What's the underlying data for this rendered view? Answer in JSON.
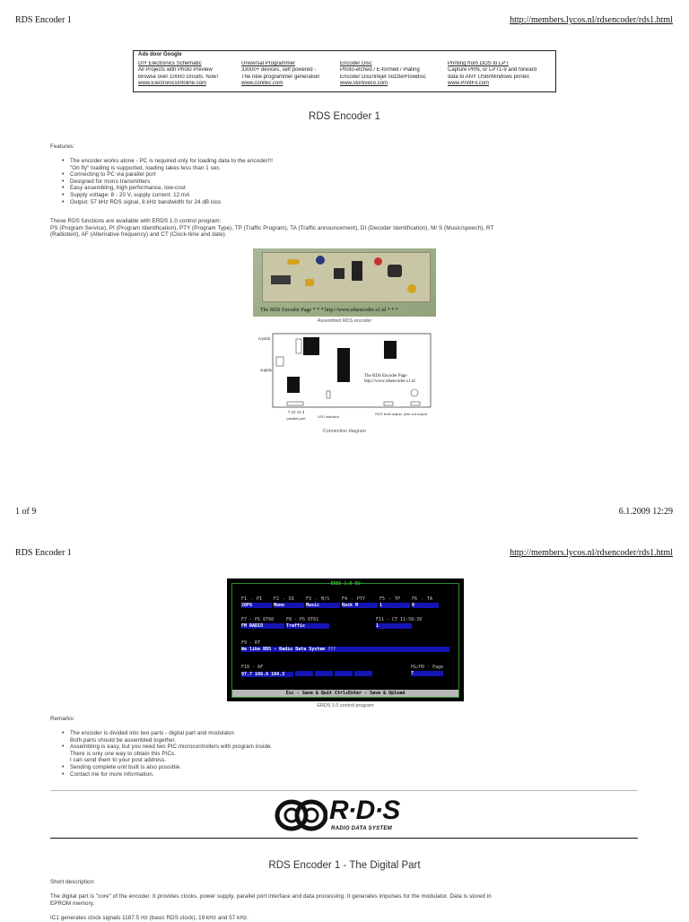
{
  "page1": {
    "header_title": "RDS Encoder 1",
    "header_url": "http://members.lycos.nl/rdsencoder/rds1.html",
    "ads": {
      "title": "Ads door Google",
      "items": [
        {
          "head": "DIY Electronics Schematic",
          "l1": "All Projects with Photo Preview",
          "l2": "Browse over 10000 circuits. Now!",
          "url": "www.ElectronicsInfoline.com"
        },
        {
          "head": "Universal Programmer",
          "l1": "33000+ devices, self powered -",
          "l2": "The new programmer generation",
          "url": "www.conitec.com"
        },
        {
          "head": "Encoder Disc",
          "l1": "Photo-etched / E-formed / Plating",
          "l2": "Encoder Disc/Inkjet nozzle/Flowdisc",
          "url": "www.storkveco.com"
        },
        {
          "head": "Printing from DOS to LPT",
          "l1": "Capture PRN, or LPT1-9 and forward",
          "l2": "data to ANY USB/Windows printer.",
          "url": "www.PrintFil.com"
        }
      ]
    },
    "title": "RDS Encoder 1",
    "features_label": "Features:",
    "features": [
      {
        "t": "The encoder works alone - PC is required only for loading data to the encoder!!!",
        "b": true
      },
      {
        "t": "\"On fly\" loading is supported, loading takes less than 1 sec.",
        "b": false
      },
      {
        "t": "Connecting to PC via parallel port",
        "b": true
      },
      {
        "t": "Designed for mono transmitters",
        "b": true
      },
      {
        "t": "Easy assembling, high performance, low-cost",
        "b": true
      },
      {
        "t": "Supply voltage: 8 - 20 V, supply current: 12 mA",
        "b": true
      },
      {
        "t": "Output: 57 kHz RDS signal, 8 kHz bandwidth for 24 dB loss",
        "b": true
      }
    ],
    "functions_intro": "These RDS functions are available with ERDS 1.0 control program:",
    "functions_line1": "PS (Program Service), PI (Program Identification), PTY (Program Type), TP (Traffic Program), TA (Traffic announcement), DI (Decoder Identification), M/ S (Music/speech), RT",
    "functions_line2": "(Radiotext), AF (Alternative frequency) and CT (Clock-time and date).",
    "photo_watermark": "The RDS Encoder Page * * * http://www.rdsencoder.x1.nl * * *",
    "photo_caption": "Assembled RDS encoder",
    "diagram": {
      "crystal": "crystal",
      "supply": "supply",
      "page_label_1": "The RDS Encoder Page",
      "page_label_2": "http://www.rdsencoder.x1.nl",
      "parallel_pins": "7 10 11 3",
      "parallel_port": "parallel port",
      "led": "LED indicator",
      "rdsm": "RDS level adjust",
      "output": "pilot out output"
    },
    "diagram_caption": "Connection diagram",
    "footer_left": "1 of 9",
    "footer_right": "6.1.2009 12:29"
  },
  "page2": {
    "header_title": "RDS Encoder 1",
    "header_url": "http://members.lycos.nl/rdsencoder/rds1.html",
    "screen": {
      "title": "ERDS 1.0 EU",
      "row1_labels": [
        "F1 - PI",
        "F2 - DI",
        "F3 - M/S",
        "F4 - PTY",
        "F5 - TP",
        "F6 - TA"
      ],
      "row1_values": [
        "20F6",
        "Mono",
        "Music",
        "Rock M",
        "1",
        "0"
      ],
      "row2_labels": [
        "F7 - PS 6T60",
        "F8 - PS 6T61",
        "F11 - CT  11:58:39"
      ],
      "row2_values": [
        "FM RADIO",
        "Traffic",
        "1"
      ],
      "rt_label": "F9 - RT",
      "rt_value": "We like RDS - Radio Data System !!!",
      "af_label": "F10 - AF",
      "af_value": "97.7 106.6 104.3",
      "page_label": "PG/PD - Page",
      "page_value": "7",
      "status_bar": "Esc - Save & Quit   Ctrl+Enter - Save & Upload"
    },
    "screen_caption": "ERDS 1.0 control program",
    "remarks_label": "Remarks:",
    "remarks": [
      {
        "t": "The encoder is divided into two parts - digital part and modulator.",
        "b": true
      },
      {
        "t": "Both parts should be assembled together.",
        "b": false
      },
      {
        "t": "Assembling is easy, but you need two PIC microcontrollers with program inside.",
        "b": true
      },
      {
        "t": "There is only one way to obtain this PICs.",
        "b": false
      },
      {
        "t": "I can send them to your post address.",
        "b": false
      },
      {
        "t": "Sending complete unit built is also possible.",
        "b": true
      },
      {
        "t": "Contact me for more information.",
        "b": true
      }
    ],
    "logo_text": "R·D·S",
    "logo_sub": "RADIO DATA SYSTEM",
    "digital_title": "RDS Encoder 1 - The Digital Part",
    "short_desc_label": "Short description:",
    "desc1": "The digital part is \"core\" of the encoder. It provides clocks, power supply, parallel port interface and data processing. It generates impulses for the modulator. Data is stored in",
    "desc2": "EPROM memory.",
    "desc3": "IC1 generates clock signals 1187.5 Hz (basic RDS clock), 19 kHz and 57 kHz."
  }
}
